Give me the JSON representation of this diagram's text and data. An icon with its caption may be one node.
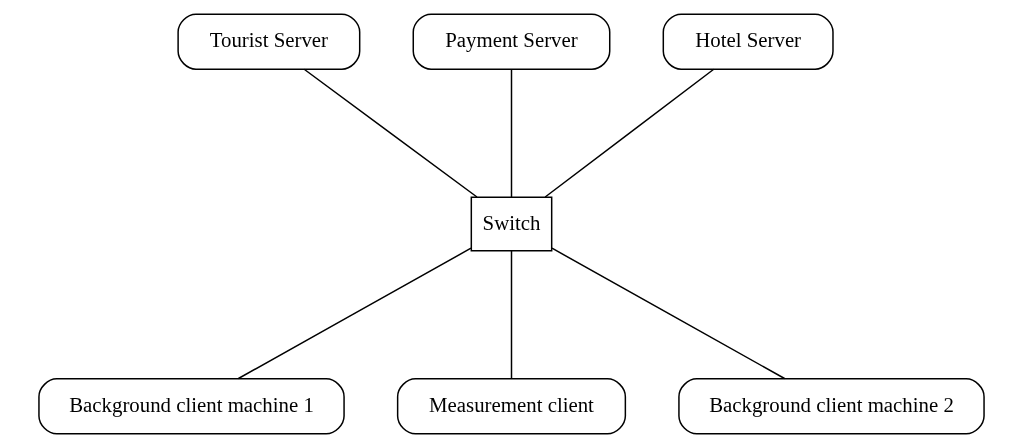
{
  "diagram": {
    "nodes": [
      {
        "text": [
          "Tourist Server"
        ]
      },
      {
        "text": [
          "Payment Server"
        ]
      },
      {
        "text": [
          "Hotel Server"
        ]
      },
      {
        "text": [
          "Switch"
        ]
      },
      {
        "text": [
          "Background client machine 1"
        ]
      },
      {
        "text": [
          "Measurement client"
        ]
      },
      {
        "text": [
          "Background client machine 2"
        ]
      }
    ],
    "edges": [
      {
        "from": 0,
        "to": 3,
        "arrow": "none"
      },
      {
        "from": 1,
        "to": 3,
        "arrow": "none"
      },
      {
        "from": 2,
        "to": 3,
        "arrow": "none"
      },
      {
        "from": 3,
        "to": 4,
        "arrow": "none"
      },
      {
        "from": 3,
        "to": 5,
        "arrow": "none"
      },
      {
        "from": 3,
        "to": 6,
        "arrow": "none"
      }
    ]
  }
}
